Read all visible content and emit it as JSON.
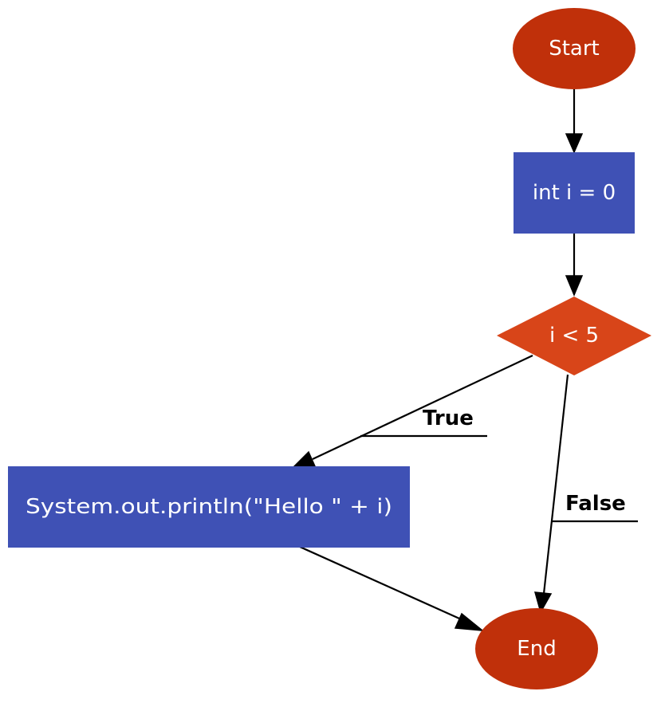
{
  "colors": {
    "terminal": "#c0300a",
    "process": "#3f51b5",
    "decision": "#d84519",
    "edge": "#000000",
    "text_on_node": "#ffffff"
  },
  "nodes": {
    "start": {
      "label": "Start",
      "shape": "ellipse"
    },
    "init": {
      "label": "int i = 0",
      "shape": "rectangle"
    },
    "condition": {
      "label": "i < 5",
      "shape": "diamond"
    },
    "print": {
      "label": "System.out.println(\"Hello \" + i)",
      "shape": "rectangle"
    },
    "end": {
      "label": "End",
      "shape": "ellipse"
    }
  },
  "edges": {
    "true_label": "True",
    "false_label": "False"
  }
}
